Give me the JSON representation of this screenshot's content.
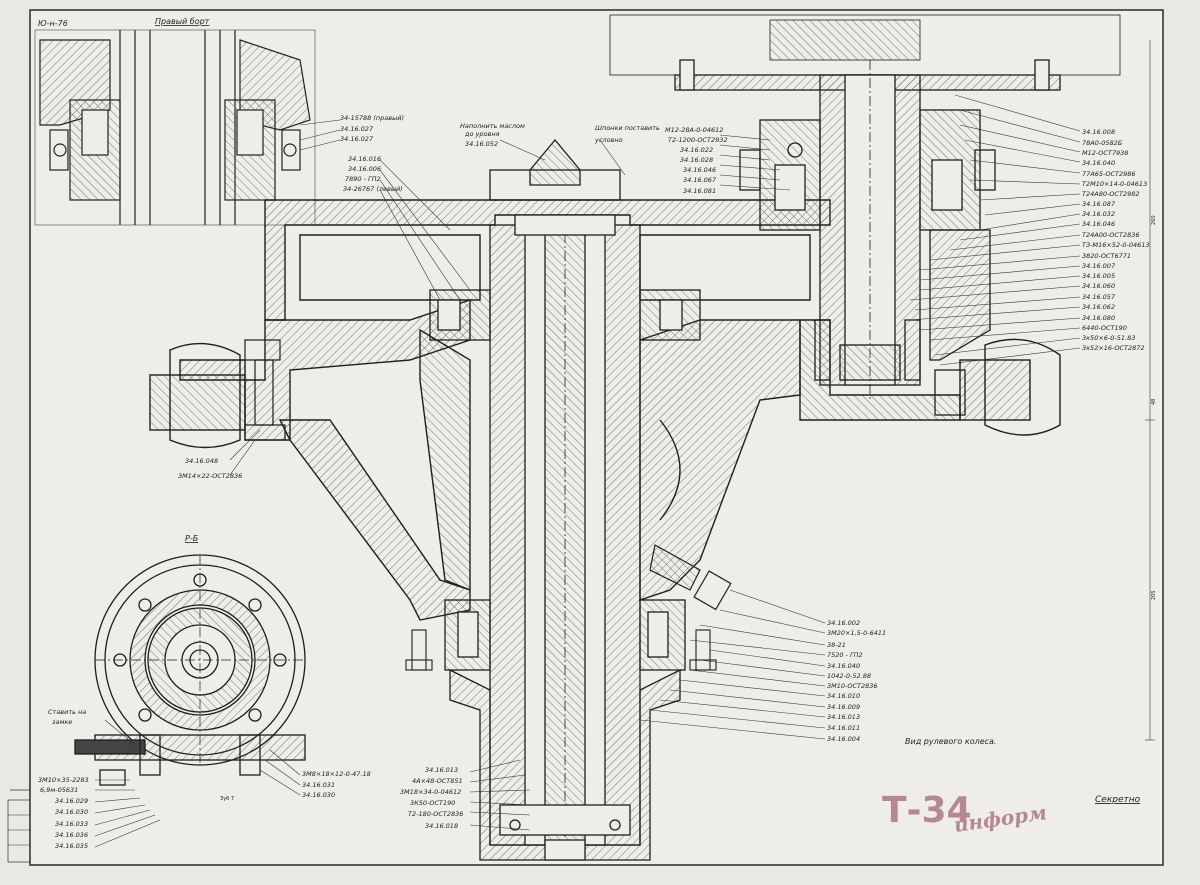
{
  "sheet_code": "Ю-н-76",
  "view_top_left_title": "Правый борт",
  "view_section_title": "Р-Б",
  "bottom_caption": "Вид рулевого колеса.",
  "stamp": "Секретно",
  "watermark": {
    "main": "Т-34",
    "sub": "информ"
  },
  "notes": {
    "center_top": [
      "Наполнить маслом",
      "до уровня",
      "34.16.052"
    ],
    "right_top": [
      "Шпонки поставить",
      "условно"
    ]
  },
  "callouts": {
    "upper_left": [
      "34-15788 (правый)",
      "34.16.027",
      "34.16.027",
      "34.16.016",
      "34.16.006",
      "7890 - ГП2",
      "34-26767 (левый)"
    ],
    "upper_mid": [
      "М12-28А-0-04612",
      "Т2-1200-ОСТ2932",
      "34.16.022",
      "34.16.028",
      "34.16.046",
      "34.16.067",
      "34.16.081"
    ],
    "right": [
      "34.16.008",
      "78А0-0582Б",
      "М12-ОСТ7938",
      "34.16.040",
      "77А65-ОСТ2986",
      "Т2М10×14-0-04613",
      "Т24А80-ОСТ2982",
      "34.16.087",
      "34.16.032",
      "34.16.046",
      "Т24А00-ОСТ2836",
      "ТЗ-М16×52-0-04613",
      "3820-ОСТ6771",
      "34.16.007",
      "34.16.005",
      "34.16.060",
      "34.16.057",
      "34.16.062",
      "34.16.080",
      "6440-ОСТ190",
      "3к50×6-0-51.83",
      "3к52×16-ОСТ2872"
    ],
    "lower_right": [
      "34.16.002",
      "3М20×1,5-0-6411",
      "38-21",
      "7520 - ГП2",
      "34.16.040",
      "1042-0-52.88",
      "3М10-ОСТ2836",
      "34.16.010",
      "34.16.009",
      "34.16.013",
      "34.16.011",
      "34.16.004"
    ],
    "lower_center": [
      "34.16.013",
      "4А×48-ОСТ851",
      "3М18×34-0-04612",
      "3К50-ОСТ190",
      "Т2-180-ОСТ2836",
      "34.16.018"
    ],
    "left_mid": [
      "34.16.048",
      "3М14×22-ОСТ2836"
    ],
    "section_left": [
      "Ставить на",
      "замке",
      "3М10×35-2283",
      "6,9м-05631",
      "34.16.029",
      "34.16.030",
      "34.16.033",
      "34.16.036",
      "34.16.035"
    ],
    "section_right": [
      "3М8×18×12-0-47.18",
      "34.16.031",
      "34.16.030"
    ]
  },
  "dimensions": {
    "d1": "205",
    "d2": "48",
    "d3": "260",
    "d4": "Зуб 7"
  }
}
